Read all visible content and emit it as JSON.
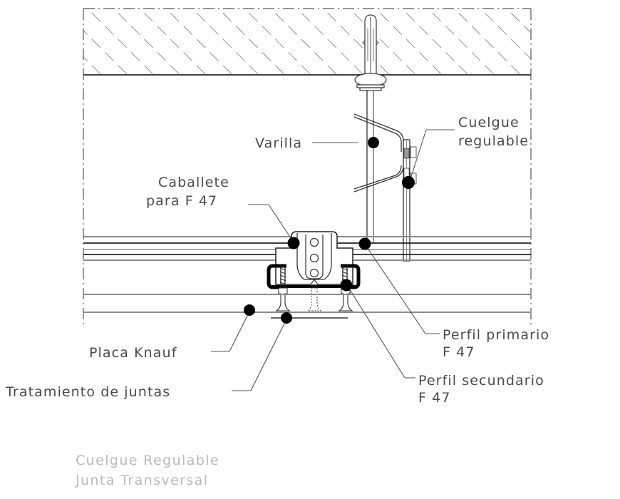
{
  "drawing": {
    "title_line1": "Cuelgue Regulable",
    "title_line2": "Junta Transversal",
    "background_color": "#ffffff",
    "line_color": "#000000",
    "gray_line_color": "#808080",
    "text_color": "#4a4a4a",
    "title_color": "#b9b9b9"
  },
  "labels": {
    "varilla": "Varilla",
    "cuelgue_regulable_l1": "Cuelgue",
    "cuelgue_regulable_l2": "regulable",
    "caballete_l1": "Caballete",
    "caballete_l2": "para F 47",
    "placa_knauf": "Placa Knauf",
    "tratamiento_juntas": "Tratamiento de juntas",
    "perfil_primario_l1": "Perfil primario",
    "perfil_primario_l2": "F 47",
    "perfil_secundario_l1": "Perfil secundario",
    "perfil_secundario_l2": "F 47"
  },
  "components": [
    {
      "name": "losa-hormigon",
      "label": "concrete slab hatched section"
    },
    {
      "name": "anclaje-expansion",
      "label": "expansion anchor"
    },
    {
      "name": "varilla",
      "label": "threaded rod / hanger rod"
    },
    {
      "name": "cuelgue-regulable",
      "label": "adjustable spring hanger clip"
    },
    {
      "name": "perfil-primario",
      "label": "primary F47 profile"
    },
    {
      "name": "perfil-secundario",
      "label": "secondary F47 profile"
    },
    {
      "name": "caballete-f47",
      "label": "F47 saddle connector"
    },
    {
      "name": "placa-knauf",
      "label": "Knauf gypsum board"
    },
    {
      "name": "tratamiento-juntas",
      "label": "joint treatment band"
    },
    {
      "name": "tornillos",
      "label": "fixing screws"
    }
  ]
}
